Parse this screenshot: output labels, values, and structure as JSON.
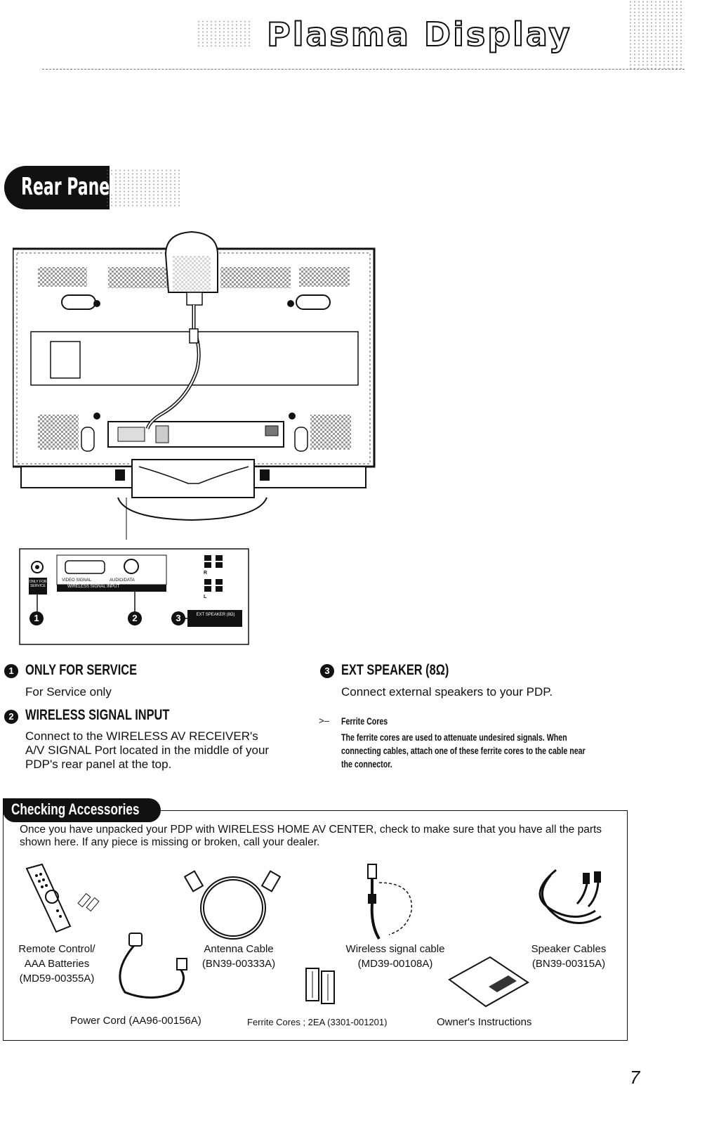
{
  "header": {
    "title": "Plasma Display"
  },
  "section": {
    "title": "Rear Panel"
  },
  "inset_labels": {
    "only_for_service": "ONLY FOR SERVICE",
    "video_signal": "VIDEO SIGNAL",
    "audio_data": "AUDIO/DATA",
    "wireless_signal_input": "WIRELESS SIGNAL INPUT",
    "ext_speaker": "EXT SPEAKER (8Ω)",
    "r": "R",
    "l": "L"
  },
  "items": [
    {
      "number": "1",
      "title": "ONLY FOR SERVICE",
      "body": "For Service only"
    },
    {
      "number": "2",
      "title": "WIRELESS SIGNAL INPUT",
      "body": "Connect to the WIRELESS AV RECEIVER's A/V SIGNAL Port located in the middle of your PDP's rear panel at the top."
    },
    {
      "number": "3",
      "title": "EXT SPEAKER (8Ω)",
      "body": "Connect external speakers to your PDP."
    }
  ],
  "ferrite_note": {
    "title": "Ferrite Cores",
    "body": "The ferrite cores are used to attenuate undesired signals. When connecting cables, attach one of these ferrite cores to the cable near the connector."
  },
  "accessories": {
    "title": "Checking Accessories",
    "intro": "Once you have unpacked your PDP with WIRELESS HOME AV CENTER, check to make sure that you have all the parts shown here. If any piece is missing or broken, call your dealer.",
    "items": [
      {
        "name": "Remote Control/",
        "line2": "AAA Batteries",
        "code": "(MD59-00355A)",
        "icon": "remote-control-icon"
      },
      {
        "name": "Antenna Cable",
        "code": "(BN39-00333A)",
        "icon": "antenna-cable-icon"
      },
      {
        "name": "Wireless signal cable",
        "code": "(MD39-00108A)",
        "icon": "wireless-signal-cable-icon"
      },
      {
        "name": "Speaker Cables",
        "code": "(BN39-00315A)",
        "icon": "speaker-cables-icon"
      },
      {
        "name": "Power Cord (AA96-00156A)",
        "icon": "power-cord-icon"
      },
      {
        "name": "Ferrite Cores ; 2EA (3301-001201)",
        "icon": "ferrite-cores-icon"
      },
      {
        "name": "Owner's Instructions",
        "icon": "manual-icon"
      }
    ]
  },
  "page_number": "7"
}
